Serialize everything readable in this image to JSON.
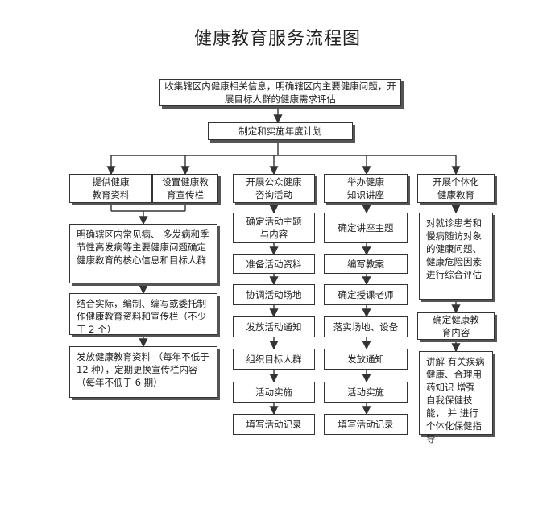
{
  "title": "健康教育服务流程图",
  "top": {
    "collect": "收集辖区内健康相关信息，明确辖区内主要健康问题，开展目标人群的健康需求评估",
    "plan": "制定和实施年度计划"
  },
  "col1": {
    "a": "提供健康\n教育资料",
    "b": "设置健康教\n育宣传栏",
    "step1": "明确辖区内常见病、 多发病和季节性高发病等主要健康问题确定健康教育的核心信息和目标人群",
    "step2": "结合实际，编制、编写或委托制作健康教育资料和宣传栏（不少于 2 个）",
    "step3": "发放健康教育资料 （每年不低于 12 种），定期更换宣传栏内容（每年不低于 6 期）"
  },
  "col2": {
    "head": "开展公众健康\n咨询活动",
    "steps": [
      "确定活动主题\n与内容",
      "准备活动资料",
      "协调活动场地",
      "发放活动通知",
      "组织目标人群",
      "活动实施",
      "填写活动记录"
    ]
  },
  "col3": {
    "head": "举办健康\n知识讲座",
    "steps": [
      "确定讲座主题",
      "编写教案",
      "确定授课老师",
      "落实场地、设备",
      "发放通知",
      "活动实施",
      "填写活动记录"
    ]
  },
  "col4": {
    "head": "开展个体化\n健康教育",
    "step1": "对就诊患者和慢病随访对象的健康问题、健康危险因素进行综合评估",
    "step2": "确定健康教\n育内容",
    "step3": "讲解 有关疾病健康、合理用 药知识 增强 自我保健技 能， 并 进行 个体化保健指导"
  }
}
